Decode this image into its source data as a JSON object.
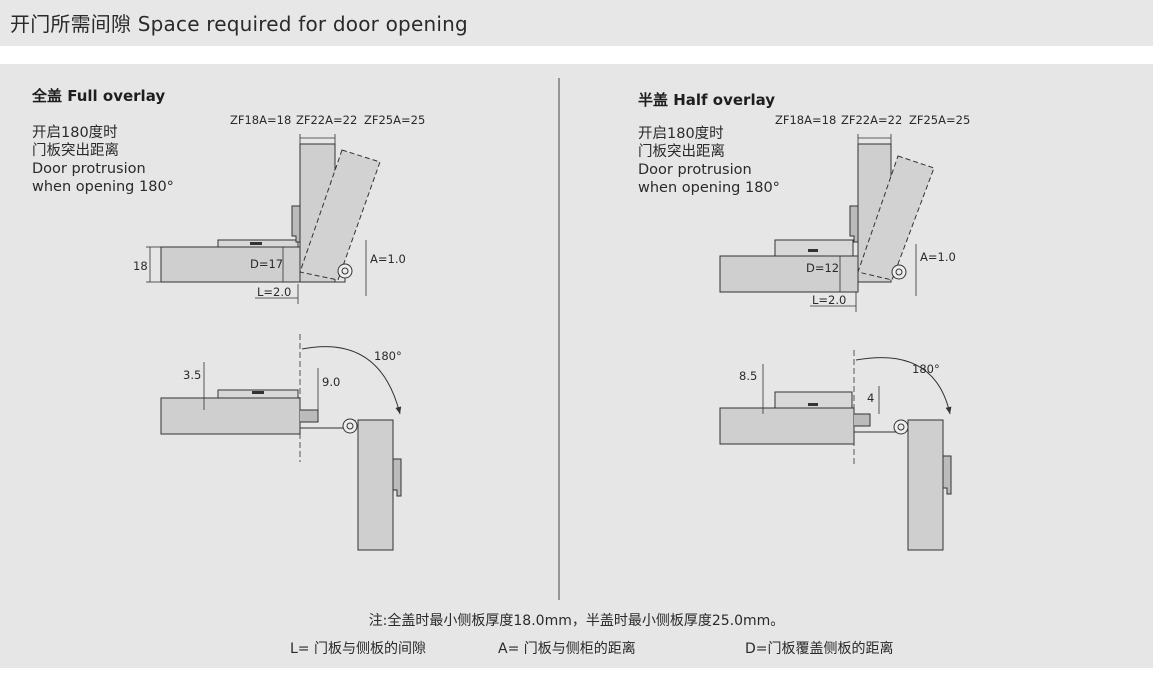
{
  "header": {
    "title": "开门所需间隙 Space required for door opening"
  },
  "full_overlay": {
    "title": "全盖 Full overlay",
    "desc": [
      "开启180度时",
      "门板突出距离",
      "Door protrusion",
      "when opening 180°"
    ],
    "models": [
      "ZF18A=18",
      "ZF22A=22",
      "ZF25A=25"
    ],
    "dims": {
      "side": "18",
      "D": "D=17",
      "A": "A=1.0",
      "L": "L=2.0",
      "top_gap": "3.5",
      "hinge_gap": "9.0",
      "angle": "180°"
    }
  },
  "half_overlay": {
    "title": "半盖 Half overlay",
    "desc": [
      "开启180度时",
      "门板突出距离",
      "Door protrusion",
      "when opening 180°"
    ],
    "models": [
      "ZF18A=18",
      "ZF22A=22",
      "ZF25A=25"
    ],
    "dims": {
      "D": "D=12",
      "A": "A=1.0",
      "L": "L=2.0",
      "top_gap": "8.5",
      "hinge_gap": "4",
      "angle": "180°"
    }
  },
  "footer": {
    "note": "注:全盖时最小侧板厚度18.0mm，半盖时最小侧板厚度25.0mm。",
    "legend": [
      "L= 门板与侧板的间隙",
      "A= 门板与侧柜的距离",
      "D=门板覆盖侧板的距离"
    ]
  }
}
